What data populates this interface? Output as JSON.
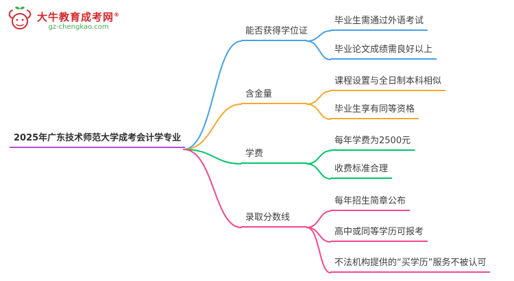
{
  "logo": {
    "title": "大牛教育成考网",
    "trademark": "®",
    "subtitle": "gz-chengkao.com",
    "brand_red": "#d7262c",
    "brand_green": "#3faa4c"
  },
  "root": {
    "label": "2025年广东技术师范大学成考会计学专业",
    "color": "#b44bd2"
  },
  "branches": [
    {
      "label": "能否获得学位证",
      "color": "#41a0e8",
      "children": [
        "毕业生需通过外语考试",
        "毕业论文成绩需良好以上"
      ]
    },
    {
      "label": "含金量",
      "color": "#f7a82a",
      "children": [
        "课程设置与全日制本科相似",
        "毕业生享有同等资格"
      ]
    },
    {
      "label": "学费",
      "color": "#00c468",
      "children": [
        "每年学费为2500元",
        "收费标准合理"
      ]
    },
    {
      "label": "录取分数线",
      "color": "#f2478e",
      "children": [
        "每年招生简章公布",
        "高中或同等学历可报考",
        "不法机构提供的“买学历”服务不被认可"
      ]
    }
  ]
}
